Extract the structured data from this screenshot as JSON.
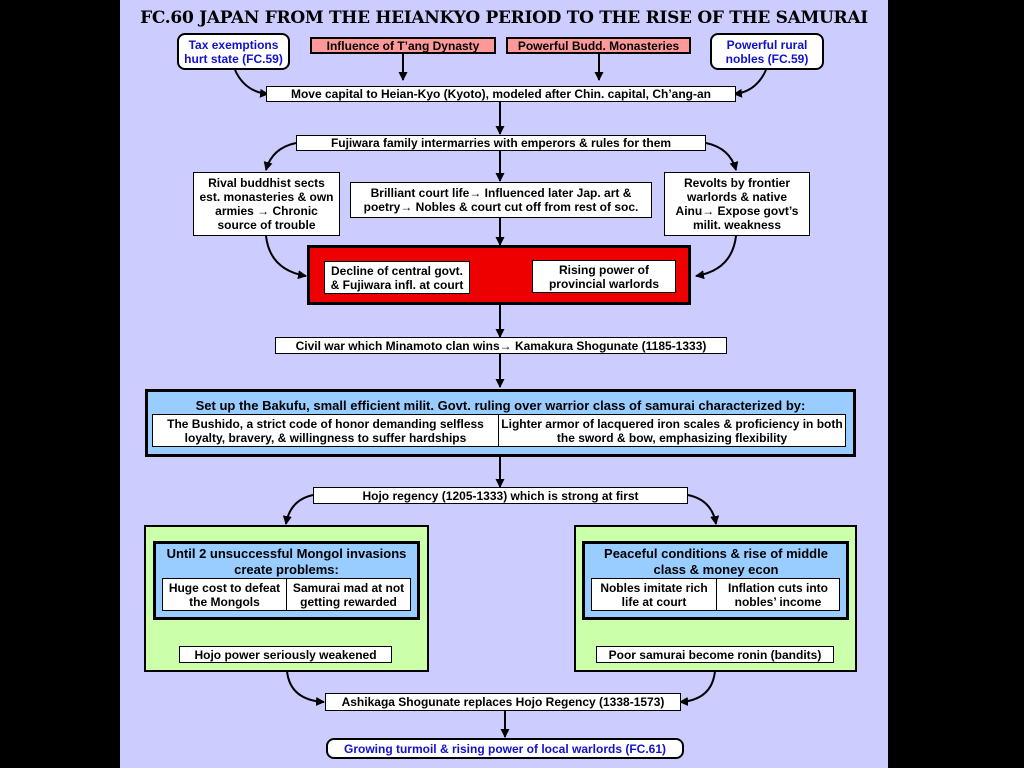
{
  "title": "FC.60 JAPAN  FROM THE HEIANKYO PERIOD TO THE RISE OF THE SAMURAI",
  "nodes": {
    "tax": "Tax exemptions hurt state (FC.59)",
    "tang": "Influence of T’ang Dynasty",
    "budd": "Powerful Budd. Monasteries",
    "rural": "Powerful rural nobles (FC.59)",
    "capital": "Move capital to Heian-Kyo (Kyoto), modeled after Chin. capital, Ch’ang-an",
    "fujiwara": "Fujiwara family intermarries with emperors & rules for them",
    "rival": "Rival buddhist sects est. monasteries & own armies → Chronic source of trouble",
    "court": "Brilliant court life→ Influenced later Jap. art & poetry→ Nobles & court cut off from rest of soc.",
    "revolts": "Revolts by frontier warlords & native Ainu→ Expose govt’s milit. weakness",
    "decline": "Decline of central govt. & Fujiwara infl. at court",
    "rising": "Rising power of provincial warlords",
    "civil": "Civil war which Minamoto clan wins→ Kamakura Shogunate (1185-1333)",
    "bakufu_head": "Set up the Bakufu, small efficient milit. Govt. ruling over warrior class of samurai characterized by:",
    "bushido": "The Bushido, a strict code of honor demanding selfless loyalty, bravery, & willingness to suffer hardships",
    "armor": "Lighter armor of lacquered iron scales & proficiency in both the sword & bow, emphasizing flexibility",
    "hojo": "Hojo regency (1205-1333) which is strong at first",
    "mongol_head": "Until 2 unsuccessful Mongol invasions create problems:",
    "cost": "Huge cost to defeat the Mongols",
    "mad": "Samurai mad at not getting rewarded",
    "weakened": "Hojo power seriously weakened",
    "peace_head": "Peaceful conditions & rise of middle class & money econ",
    "imitate": "Nobles imitate rich life at court",
    "inflation": "Inflation cuts into nobles’ income",
    "ronin": "Poor samurai become ronin (bandits)",
    "ashikaga": "Ashikaga Shogunate replaces Hojo Regency (1338-1573)",
    "turmoil": "Growing turmoil & rising power of local warlords (FC.61)"
  }
}
